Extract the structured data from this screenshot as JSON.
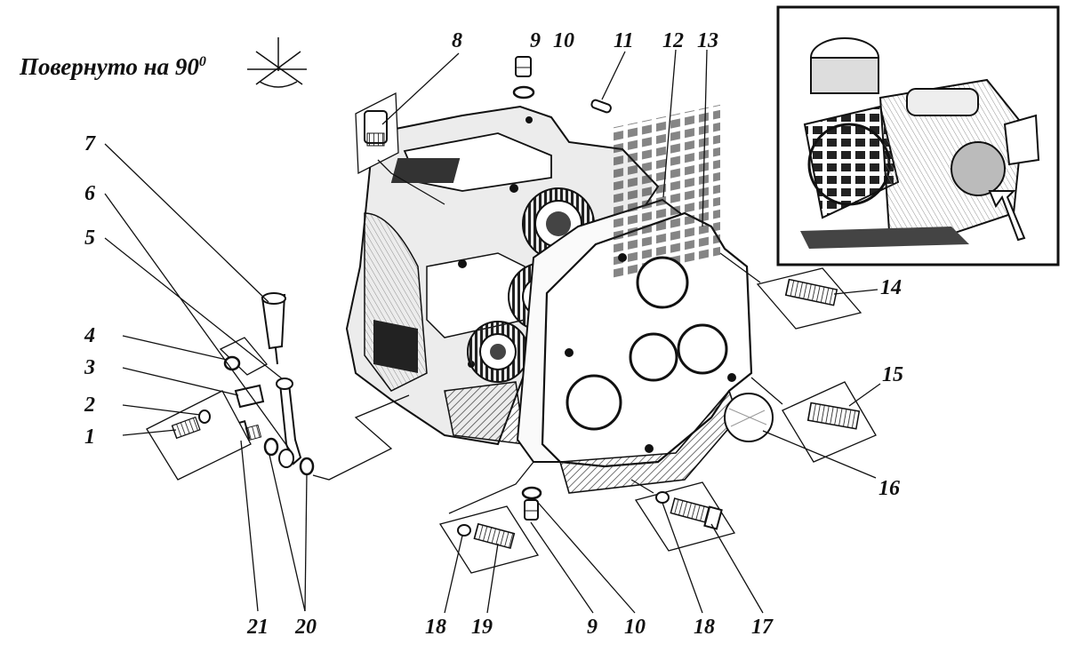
{
  "title": "Повернуто на 90",
  "title_superscript": "0",
  "callouts": [
    {
      "id": "c1",
      "label": "1"
    },
    {
      "id": "c2",
      "label": "2"
    },
    {
      "id": "c3",
      "label": "3"
    },
    {
      "id": "c4",
      "label": "4"
    },
    {
      "id": "c5",
      "label": "5"
    },
    {
      "id": "c6",
      "label": "6"
    },
    {
      "id": "c7",
      "label": "7"
    },
    {
      "id": "c8",
      "label": "8"
    },
    {
      "id": "c9a",
      "label": "9"
    },
    {
      "id": "c10a",
      "label": "10"
    },
    {
      "id": "c11",
      "label": "11"
    },
    {
      "id": "c12",
      "label": "12"
    },
    {
      "id": "c13",
      "label": "13"
    },
    {
      "id": "c14",
      "label": "14"
    },
    {
      "id": "c15",
      "label": "15"
    },
    {
      "id": "c16",
      "label": "16"
    },
    {
      "id": "c17",
      "label": "17"
    },
    {
      "id": "c18a",
      "label": "18"
    },
    {
      "id": "c19",
      "label": "19"
    },
    {
      "id": "c9b",
      "label": "9"
    },
    {
      "id": "c10b",
      "label": "10"
    },
    {
      "id": "c18b",
      "label": "18"
    },
    {
      "id": "c20",
      "label": "20"
    },
    {
      "id": "c21",
      "label": "21"
    }
  ]
}
